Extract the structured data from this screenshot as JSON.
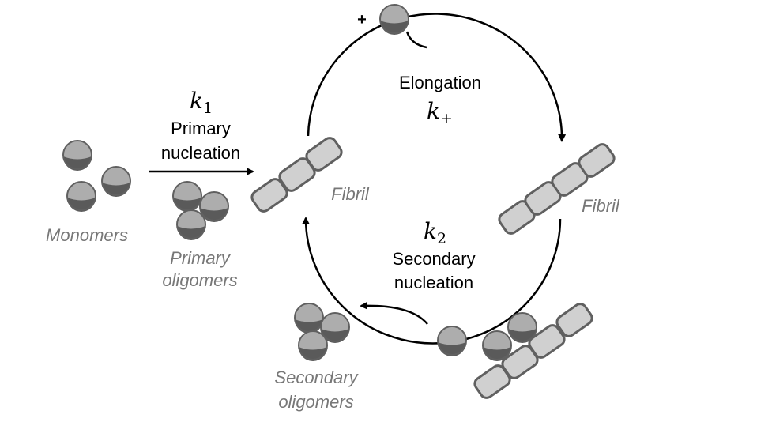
{
  "colors": {
    "monomer_top": "#adadad",
    "monomer_bottom": "#5a5a5a",
    "outline": "#606060",
    "fibril_fill": "#d0d0d0",
    "label_gray": "#777777",
    "arrow": "#000000"
  },
  "plus": "+",
  "primary": {
    "rate_symbol": "k",
    "rate_subscript": "1",
    "line1": "Primary",
    "line2": "nucleation"
  },
  "elongation": {
    "label": "Elongation",
    "rate_symbol": "k",
    "rate_subscript": "+"
  },
  "secondary": {
    "rate_symbol": "k",
    "rate_subscript": "2",
    "line1": "Secondary",
    "line2": "nucleation"
  },
  "labels": {
    "monomers": "Monomers",
    "primary_oligomers_1": "Primary",
    "primary_oligomers_2": "oligomers",
    "fibril_left": "Fibril",
    "fibril_right": "Fibril",
    "secondary_oligomers_1": "Secondary",
    "secondary_oligomers_2": "oligomers"
  }
}
